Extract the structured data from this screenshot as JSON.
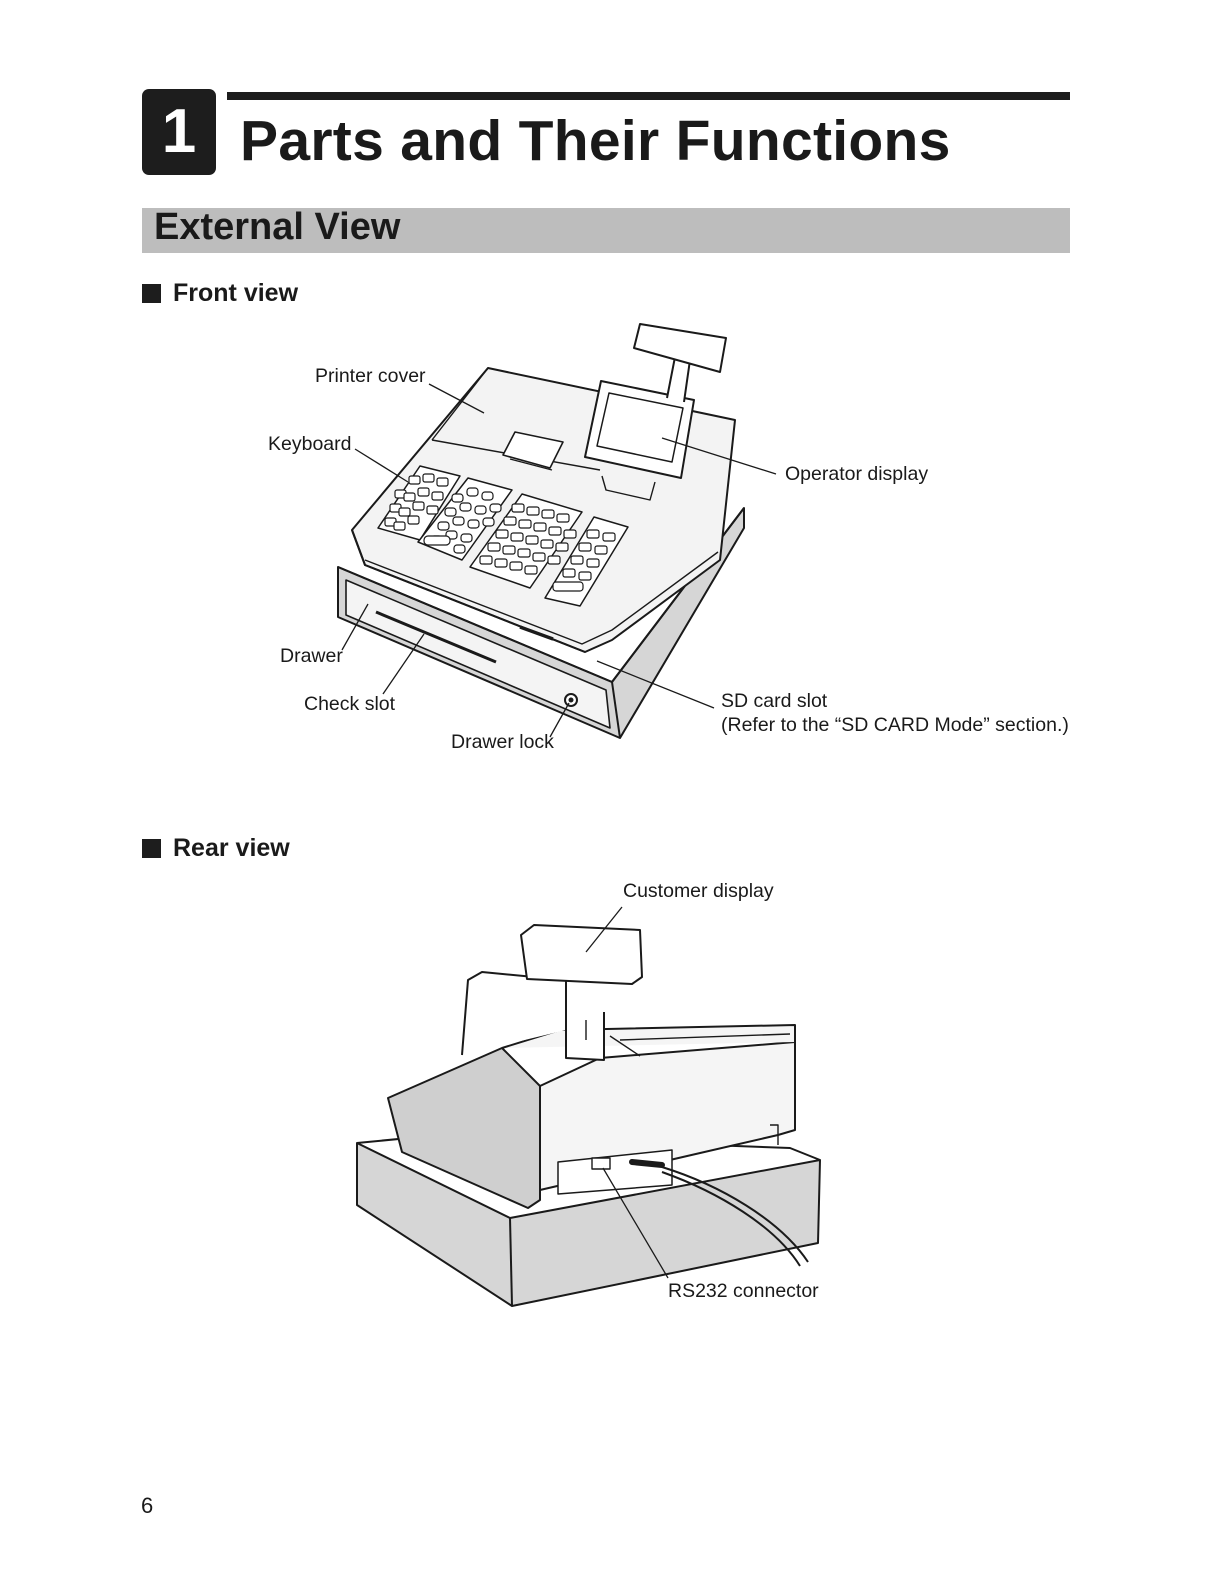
{
  "chapter": {
    "number": "1",
    "title": "Parts and Their Functions"
  },
  "section": {
    "title": "External View"
  },
  "front_view": {
    "heading": "Front view",
    "labels": {
      "printer_cover": "Printer cover",
      "keyboard": "Keyboard",
      "operator_display": "Operator display",
      "drawer": "Drawer",
      "check_slot": "Check slot",
      "drawer_lock": "Drawer lock",
      "sd_card_slot": "SD card slot",
      "sd_card_note": "(Refer to the “SD CARD Mode” section.)"
    }
  },
  "rear_view": {
    "heading": "Rear view",
    "labels": {
      "customer_display": "Customer display",
      "rs232_connector": "RS232 connector"
    }
  },
  "page_number": "6"
}
